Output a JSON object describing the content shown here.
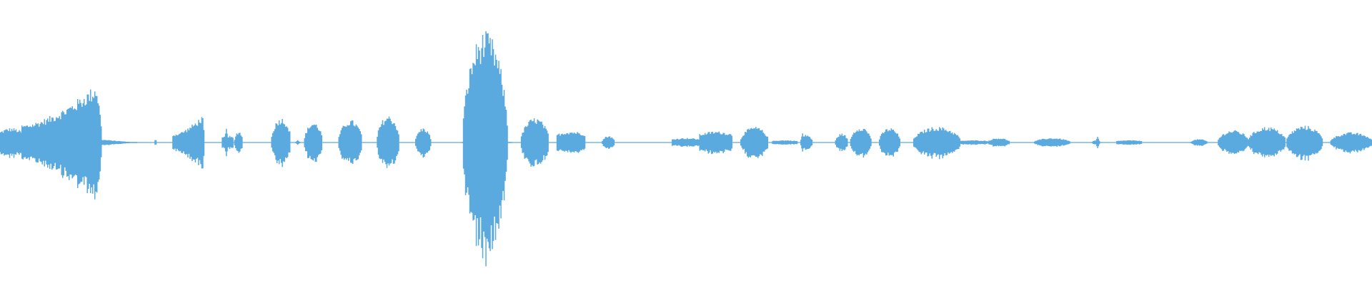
{
  "waveform": {
    "color": "#5aaae0",
    "background": "#ffffff",
    "duration_units": 1000,
    "full_scale": 1.0,
    "segments": [
      {
        "start": 0,
        "end": 16,
        "peak": 0.13,
        "shape": "flat"
      },
      {
        "start": 16,
        "end": 74,
        "peak": 0.56,
        "shape": "rise"
      },
      {
        "start": 74,
        "end": 100,
        "peak": 0.03,
        "shape": "fade"
      },
      {
        "start": 113,
        "end": 114,
        "peak": 0.03,
        "shape": "flat"
      },
      {
        "start": 126,
        "end": 149,
        "peak": 0.26,
        "shape": "rise"
      },
      {
        "start": 162,
        "end": 170,
        "peak": 0.06,
        "shape": "flat"
      },
      {
        "start": 171,
        "end": 177,
        "peak": 0.1,
        "shape": "bump"
      },
      {
        "start": 198,
        "end": 212,
        "peak": 0.22,
        "shape": "bump"
      },
      {
        "start": 222,
        "end": 235,
        "peak": 0.18,
        "shape": "bump"
      },
      {
        "start": 247,
        "end": 264,
        "peak": 0.2,
        "shape": "bump"
      },
      {
        "start": 275,
        "end": 291,
        "peak": 0.24,
        "shape": "bump"
      },
      {
        "start": 303,
        "end": 314,
        "peak": 0.13,
        "shape": "bump"
      },
      {
        "start": 337,
        "end": 373,
        "peak": 0.98,
        "shape": "bulge"
      },
      {
        "start": 380,
        "end": 400,
        "peak": 0.22,
        "shape": "bump"
      },
      {
        "start": 406,
        "end": 427,
        "peak": 0.1,
        "shape": "flat"
      },
      {
        "start": 439,
        "end": 448,
        "peak": 0.06,
        "shape": "bump"
      },
      {
        "start": 490,
        "end": 510,
        "peak": 0.04,
        "shape": "flat"
      },
      {
        "start": 510,
        "end": 534,
        "peak": 0.1,
        "shape": "flat"
      },
      {
        "start": 540,
        "end": 560,
        "peak": 0.14,
        "shape": "bump"
      },
      {
        "start": 563,
        "end": 581,
        "peak": 0.02,
        "shape": "flat"
      },
      {
        "start": 584,
        "end": 592,
        "peak": 0.07,
        "shape": "bump"
      },
      {
        "start": 609,
        "end": 618,
        "peak": 0.08,
        "shape": "bump"
      },
      {
        "start": 620,
        "end": 635,
        "peak": 0.14,
        "shape": "bump"
      },
      {
        "start": 641,
        "end": 656,
        "peak": 0.13,
        "shape": "bump"
      },
      {
        "start": 666,
        "end": 700,
        "peak": 0.14,
        "shape": "bump"
      },
      {
        "start": 700,
        "end": 720,
        "peak": 0.02,
        "shape": "flat"
      },
      {
        "start": 720,
        "end": 736,
        "peak": 0.04,
        "shape": "bump"
      },
      {
        "start": 754,
        "end": 780,
        "peak": 0.04,
        "shape": "bump"
      },
      {
        "start": 796,
        "end": 802,
        "peak": 0.02,
        "shape": "bump"
      },
      {
        "start": 814,
        "end": 832,
        "peak": 0.02,
        "shape": "flat"
      },
      {
        "start": 868,
        "end": 880,
        "peak": 0.03,
        "shape": "bump"
      },
      {
        "start": 888,
        "end": 910,
        "peak": 0.11,
        "shape": "bump"
      },
      {
        "start": 910,
        "end": 937,
        "peak": 0.14,
        "shape": "bump"
      },
      {
        "start": 938,
        "end": 964,
        "peak": 0.15,
        "shape": "bump"
      },
      {
        "start": 970,
        "end": 1000,
        "peak": 0.09,
        "shape": "bump"
      }
    ],
    "points": [
      {
        "at": 165,
        "peak": 0.12
      },
      {
        "at": 217,
        "peak": 0.02
      },
      {
        "at": 585,
        "peak": 0.08
      },
      {
        "at": 800,
        "peak": 0.05
      }
    ]
  }
}
